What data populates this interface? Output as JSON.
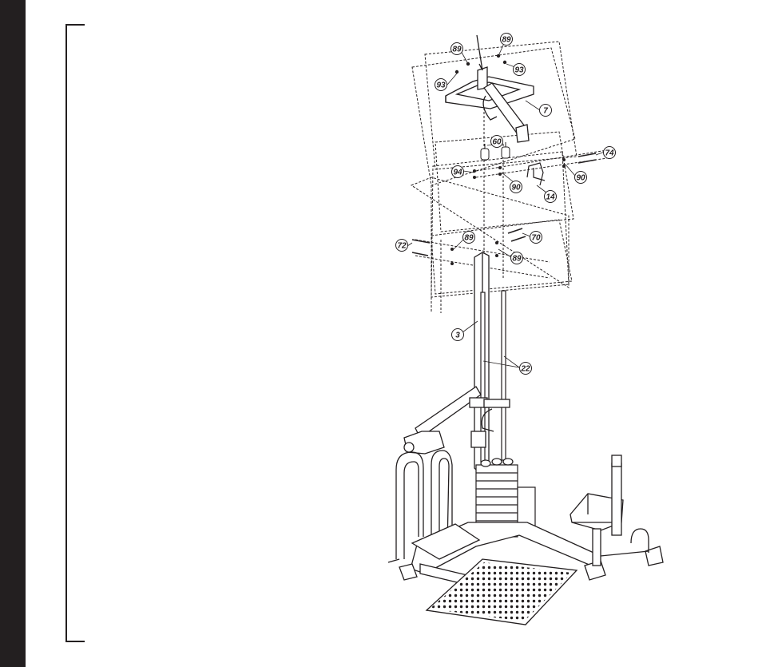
{
  "colors": {
    "ink": "#231f20",
    "paper": "#ffffff",
    "sidebar": "#231f20"
  },
  "callouts": [
    {
      "id": "c89a",
      "label": "89"
    },
    {
      "id": "c89b",
      "label": "89"
    },
    {
      "id": "c93a",
      "label": "93"
    },
    {
      "id": "c93b",
      "label": "93"
    },
    {
      "id": "c7",
      "label": "7"
    },
    {
      "id": "c60",
      "label": "60"
    },
    {
      "id": "c74",
      "label": "74"
    },
    {
      "id": "c94",
      "label": "94"
    },
    {
      "id": "c90a",
      "label": "90"
    },
    {
      "id": "c90b",
      "label": "90"
    },
    {
      "id": "c14",
      "label": "14"
    },
    {
      "id": "c89c",
      "label": "89"
    },
    {
      "id": "c70",
      "label": "70"
    },
    {
      "id": "c72",
      "label": "72"
    },
    {
      "id": "c89d",
      "label": "89"
    },
    {
      "id": "c3",
      "label": "3"
    },
    {
      "id": "c22",
      "label": "22"
    }
  ]
}
